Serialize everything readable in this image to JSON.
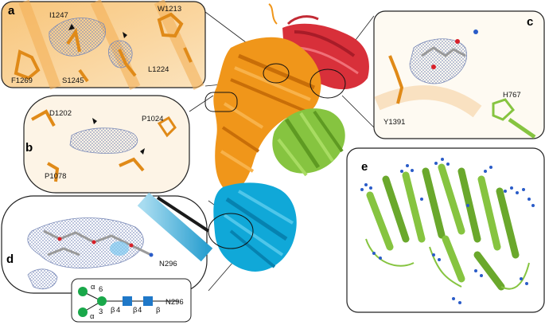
{
  "panels": {
    "a": {
      "letter": "a",
      "residues": [
        "I1247",
        "W1213",
        "F1269",
        "S1245",
        "L1224"
      ]
    },
    "b": {
      "letter": "b",
      "residues": [
        "D1202",
        "P1024",
        "P1078"
      ]
    },
    "c": {
      "letter": "c",
      "residues": [
        "Y1391",
        "H767"
      ]
    },
    "d": {
      "letter": "d",
      "residues": [
        "N296"
      ],
      "glycan": {
        "link_labels": [
          "α",
          "6",
          "α",
          "3",
          "β",
          "4",
          "β",
          "4",
          "β"
        ],
        "end_label": "N296"
      }
    },
    "e": {
      "letter": "e"
    }
  },
  "colors": {
    "orange_domain": "#f0961a",
    "red_domain": "#d8303a",
    "green_domain": "#86c440",
    "cyan_domain": "#10a8d8",
    "mesh": "#7a8ab8",
    "glycan_mannose": "#19a84a",
    "glycan_glcnac": "#1f78c8",
    "water_blue": "#2a5cc8"
  }
}
